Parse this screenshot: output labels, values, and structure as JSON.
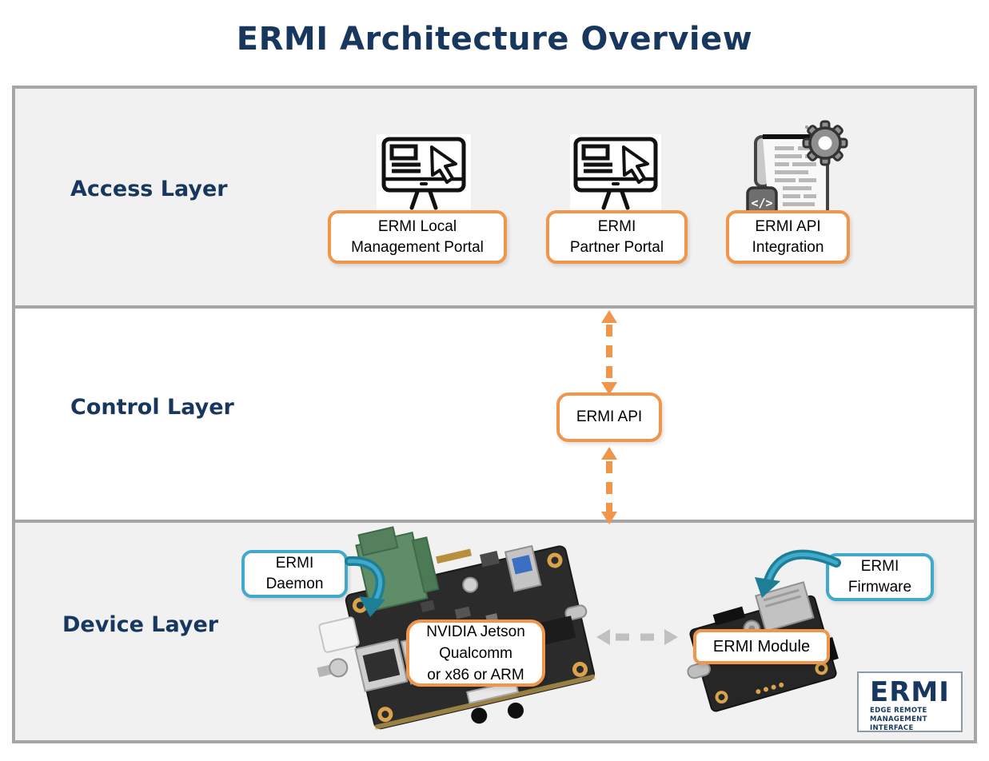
{
  "title": "ERMI Architecture Overview",
  "access": {
    "label": "Access Layer",
    "items": [
      {
        "icon": "monitor-cursor-icon",
        "line1": "ERMI Local",
        "line2": "Management Portal"
      },
      {
        "icon": "monitor-cursor-icon",
        "line1": "ERMI",
        "line2": "Partner Portal"
      },
      {
        "icon": "api-document-gear-icon",
        "line1": "ERMI API",
        "line2": "Integration"
      }
    ],
    "api_icon_glyph": "</>"
  },
  "control": {
    "label": "Control Layer",
    "api_box_label": "ERMI API"
  },
  "device": {
    "label": "Device Layer",
    "daemon": {
      "line1": "ERMI",
      "line2": "Daemon"
    },
    "host_board": {
      "line1": "NVIDIA Jetson",
      "line2": "Qualcomm",
      "line3": "or x86 or ARM"
    },
    "module_label": "ERMI Module",
    "firmware": {
      "line1": "ERMI",
      "line2": "Firmware"
    },
    "logo": {
      "name": "ERMI",
      "sub1": "EDGE REMOTE",
      "sub2": "MANAGEMENT INTERFACE"
    }
  },
  "colors": {
    "navy": "#17375E",
    "orange": "#F0964B",
    "teal": "#3FAACB",
    "teal_dark": "#1E7E95",
    "layer_fill": "#F1F1F1",
    "layer_border": "#A6A6A6",
    "arrow_gray": "#C0C0C0"
  }
}
